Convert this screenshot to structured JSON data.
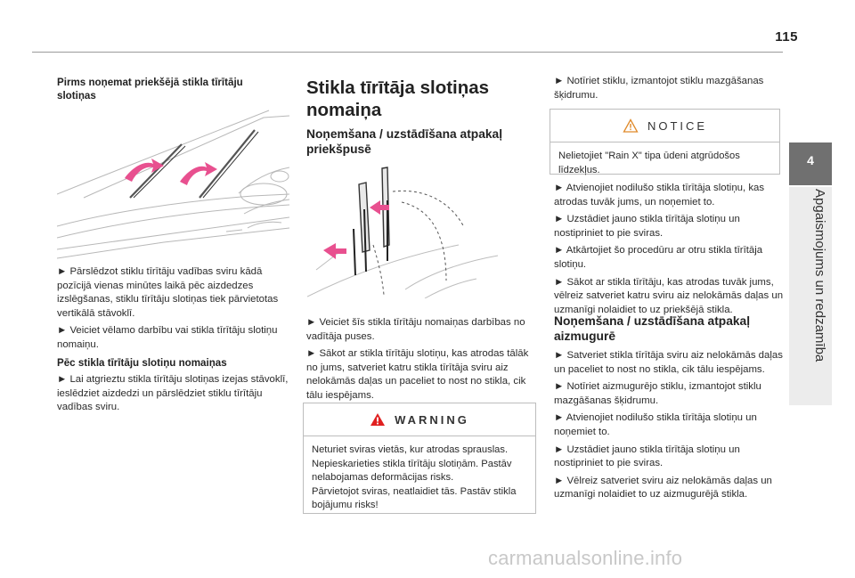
{
  "page_number": "115",
  "side_tab": {
    "number": "4",
    "title": "Apgaismojums un redzamība"
  },
  "col1": {
    "heading": "Pirms noņemat priekšējā stikla tīrītāju slotiņas",
    "paragraphs": [
      "► Pārslēdzot stiklu tīrītāju vadības sviru kādā pozīcijā vienas minūtes laikā pēc aizdedzes izslēgšanas, stiklu tīrītāju slotiņas tiek pārvietotas vertikālā stāvoklī.",
      "► Veiciet vēlamo darbību vai stikla tīrītāju slotiņu nomaiņu."
    ],
    "subheading": "Pēc stikla tīrītāju slotiņu nomaiņas",
    "paragraph2": "► Lai atgrieztu stikla tīrītāju slotiņas izejas stāvoklī, ieslēdziet aizdedzi un pārslēdziet stiklu tīrītāju vadības sviru."
  },
  "col2": {
    "title": "Stikla tīrītāja slotiņas nomaiņa",
    "subheading": "Noņemšana / uzstādīšana atpakaļ priekšpusē",
    "paragraphs": [
      "► Veiciet šīs stikla tīrītāju nomaiņas darbības no vadītāja puses.",
      "► Sākot ar stikla tīrītāju slotiņu, kas atrodas tālāk no jums, satveriet katru stikla tīrītāja sviru aiz nelokāmās daļas un paceliet to nost no stikla, cik tālu iespējams."
    ],
    "warning": {
      "title": "WARNING",
      "lines": [
        "Neturiet sviras vietās, kur atrodas sprauslas.",
        "Nepieskarieties stikla tīrītāju slotiņām. Pastāv nelabojamas deformācijas risks.",
        "Pārvietojot sviras, neatlaidiet tās. Pastāv stikla bojājumu risks!"
      ]
    }
  },
  "col3": {
    "intro": "► Notīriet stiklu, izmantojot stiklu mazgāšanas šķidrumu.",
    "notice": {
      "title": "NOTICE",
      "text": "Nelietojiet \"Rain X\" tipa ūdeni atgrūdošos līdzekļus."
    },
    "paragraphs": [
      "► Atvienojiet nodilušo stikla tīrītāja slotiņu, kas atrodas tuvāk jums, un noņemiet to.",
      "► Uzstādiet jauno stikla tīrītāja slotiņu un nostipriniet to pie sviras.",
      "► Atkārtojiet šo procedūru ar otru stikla tīrītāja slotiņu.",
      "► Sākot ar stikla tīrītāju, kas atrodas tuvāk jums, vēlreiz satveriet katru sviru aiz nelokāmās daļas un uzmanīgi nolaidiet to uz priekšējā stikla."
    ],
    "subheading": "Noņemšana / uzstādīšana atpakaļ aizmugurē",
    "paragraphs2": [
      "► Satveriet stikla tīrītāja sviru aiz nelokāmās daļas un paceliet to nost no stikla, cik tālu iespējams.",
      "► Notīriet aizmugurējo stiklu, izmantojot stiklu mazgāšanas šķidrumu.",
      "► Atvienojiet nodilušo stikla tīrītāja slotiņu un noņemiet to.",
      "► Uzstādiet jauno stikla tīrītāja slotiņu un nostipriniet to pie sviras.",
      "► Vēlreiz satveriet sviru aiz nelokāmās daļas un uzmanīgi nolaidiet to uz aizmugurējā stikla."
    ]
  },
  "watermark": "carmanualsonline.info",
  "colors": {
    "arrow": "#e8508f",
    "tab": "#707070",
    "strip": "#ececec"
  }
}
